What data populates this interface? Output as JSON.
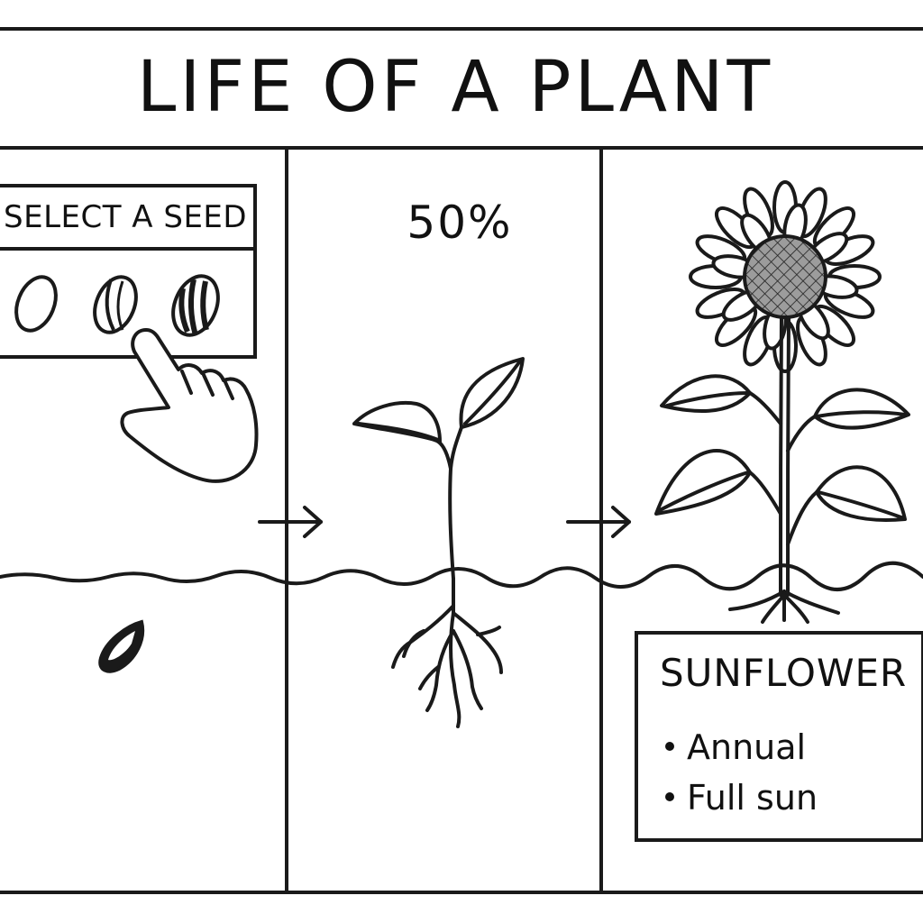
{
  "title": "LIFE OF A PLANT",
  "seed_selector": {
    "heading": "SELECT A SEED",
    "options": [
      "plain-seed",
      "striped-seed",
      "sunflower-seed"
    ]
  },
  "growth": {
    "progress_percent": 50,
    "progress_label": "50%"
  },
  "plant_info": {
    "name": "SUNFLOWER",
    "traits": [
      "Annual",
      "Full sun"
    ]
  },
  "icons": [
    "pointing-hand-icon",
    "arrow-right-icon",
    "sunflower-icon",
    "seedling-icon",
    "planted-seed-icon"
  ]
}
